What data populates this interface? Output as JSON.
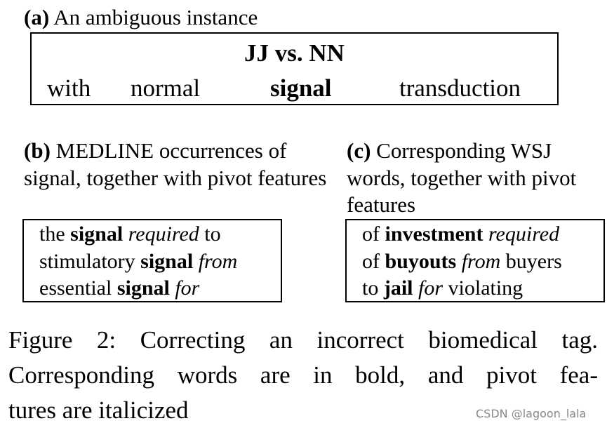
{
  "section_a": {
    "label": "(a)",
    "title": "An ambiguous instance",
    "tag_question": "JJ vs. NN",
    "words": [
      "with",
      "normal",
      "signal",
      "transduction"
    ]
  },
  "section_b": {
    "label": "(b)",
    "title": "MEDLINE occurrences of signal, together with pivot features",
    "examples": [
      [
        {
          "t": "the ",
          "s": "n"
        },
        {
          "t": "signal",
          "s": "b"
        },
        {
          "t": " ",
          "s": "n"
        },
        {
          "t": "required",
          "s": "i"
        },
        {
          "t": " to",
          "s": "n"
        }
      ],
      [
        {
          "t": "stimulatory ",
          "s": "n"
        },
        {
          "t": "signal",
          "s": "b"
        },
        {
          "t": " ",
          "s": "n"
        },
        {
          "t": "from",
          "s": "i"
        }
      ],
      [
        {
          "t": "essential ",
          "s": "n"
        },
        {
          "t": "signal",
          "s": "b"
        },
        {
          "t": " ",
          "s": "n"
        },
        {
          "t": "for",
          "s": "i"
        }
      ]
    ]
  },
  "section_c": {
    "label": "(c)",
    "title": "Corresponding WSJ words, together with pivot features",
    "examples": [
      [
        {
          "t": "of ",
          "s": "n"
        },
        {
          "t": "investment",
          "s": "b"
        },
        {
          "t": " ",
          "s": "n"
        },
        {
          "t": "required",
          "s": "i"
        }
      ],
      [
        {
          "t": "of ",
          "s": "n"
        },
        {
          "t": "buyouts",
          "s": "b"
        },
        {
          "t": " ",
          "s": "n"
        },
        {
          "t": "from",
          "s": "i"
        },
        {
          "t": " buyers",
          "s": "n"
        }
      ],
      [
        {
          "t": "to ",
          "s": "n"
        },
        {
          "t": "jail",
          "s": "b"
        },
        {
          "t": " ",
          "s": "n"
        },
        {
          "t": "for",
          "s": "i"
        },
        {
          "t": " violating",
          "s": "n"
        }
      ]
    ]
  },
  "caption": {
    "lines": [
      "Figure 2:  Correcting an incorrect biomedical tag.",
      "Corresponding words are in bold, and pivot fea-",
      "tures are italicized"
    ]
  },
  "watermark": "CSDN @lagoon_lala"
}
